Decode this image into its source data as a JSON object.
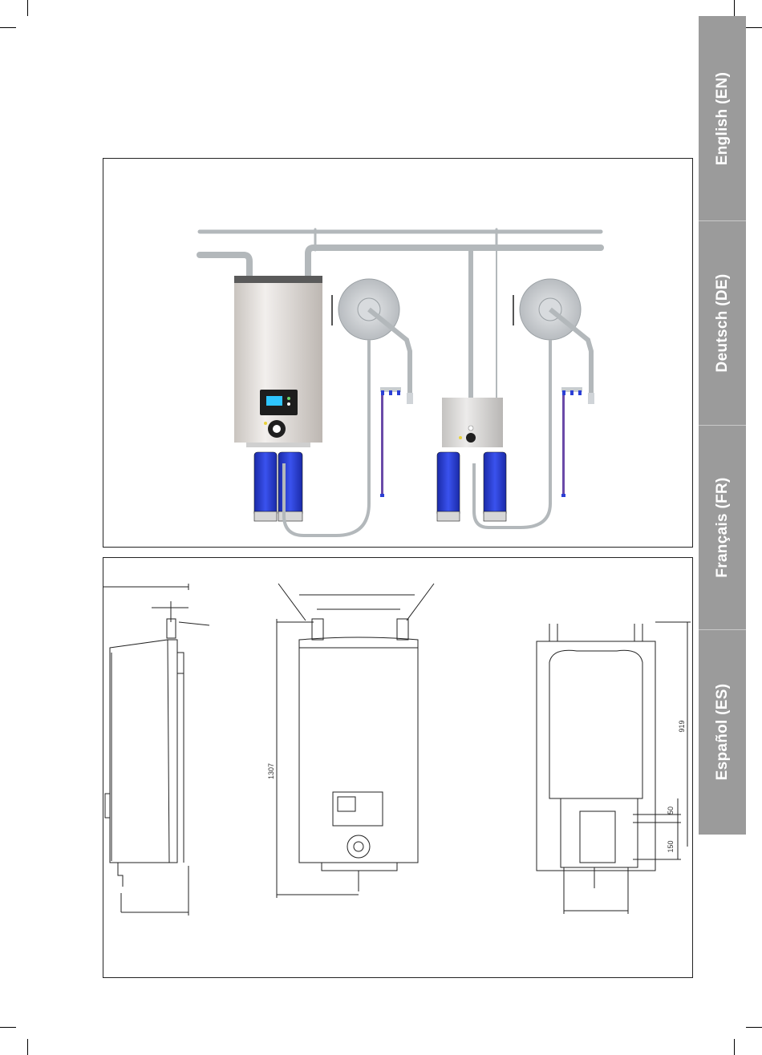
{
  "languages": [
    {
      "label": "English (EN)"
    },
    {
      "label": "Deutsch (DE)"
    },
    {
      "label": "Français (FR)"
    },
    {
      "label": "Español (ES)"
    }
  ],
  "dimensions": {
    "height_total": "1307",
    "bracket_height": "919",
    "offset_a": "50",
    "offset_b": "150"
  },
  "colors": {
    "tab_background": "#9b9b9b",
    "tab_text": "#ffffff",
    "tank_blue": "#2b3fd6"
  }
}
